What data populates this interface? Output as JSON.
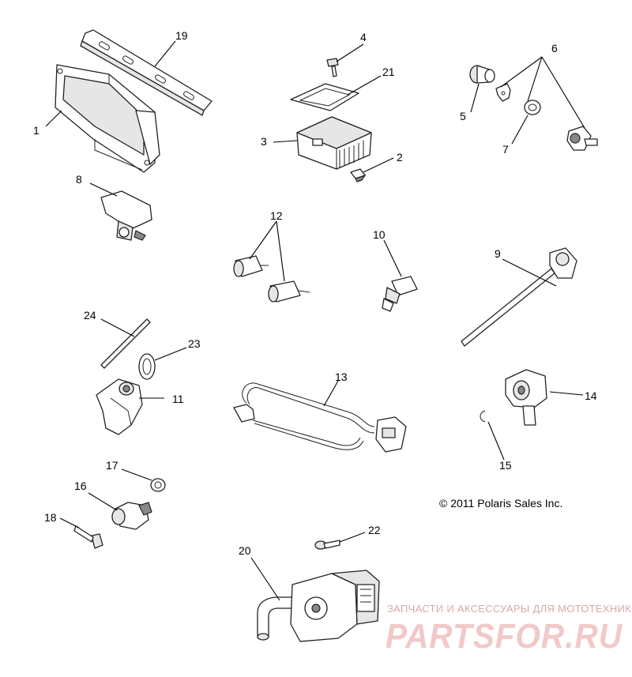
{
  "callouts": {
    "c1": "1",
    "c2": "2",
    "c3": "3",
    "c4": "4",
    "c5": "5",
    "c6": "6",
    "c7": "7",
    "c8": "8",
    "c9": "9",
    "c10": "10",
    "c11": "11",
    "c12": "12",
    "c13": "13",
    "c14": "14",
    "c15": "15",
    "c16": "16",
    "c17": "17",
    "c18": "18",
    "c19": "19",
    "c20": "20",
    "c21": "21",
    "c22": "22",
    "c23": "23",
    "c24": "24"
  },
  "copyright": "© 2011 Polaris Sales Inc.",
  "watermark": {
    "tagline": "ЗАПЧАСТИ И АКСЕССУАРЫ ДЛЯ МОТОТЕХНИКИ",
    "logo": "PARTSFOR.RU",
    "color": "#e8a0a0"
  }
}
